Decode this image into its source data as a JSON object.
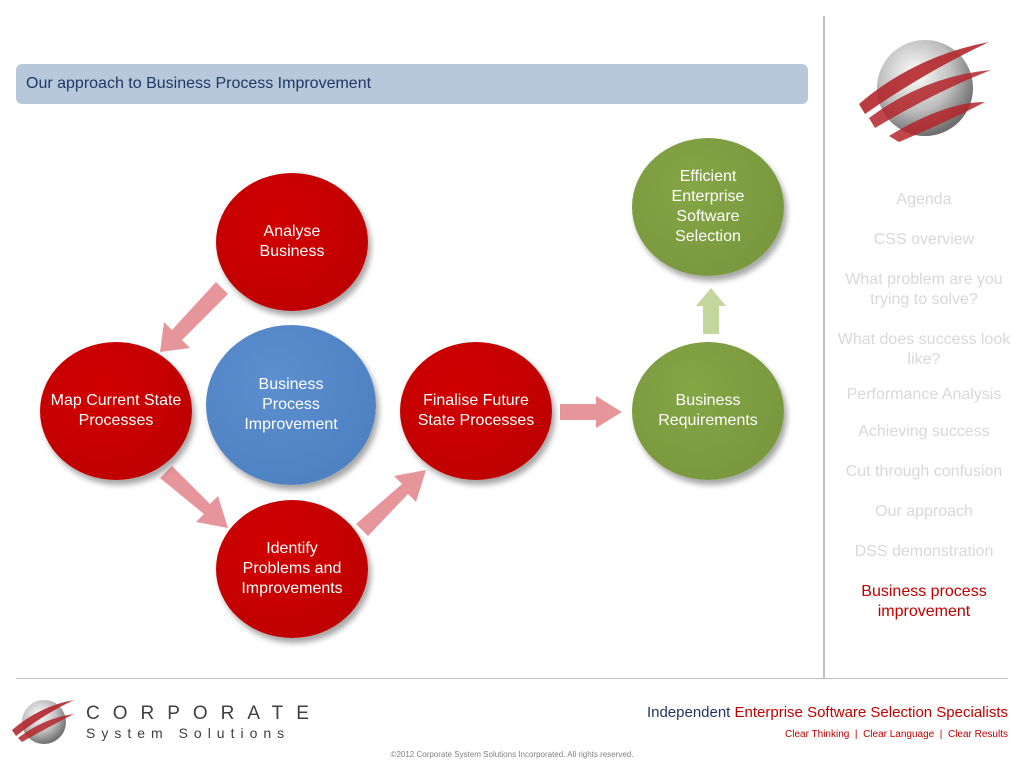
{
  "header": {
    "title": "Our approach to Business Process Improvement"
  },
  "diagram": {
    "center": "Business Process Improvement",
    "analyse": "Analyse Business",
    "map": "Map Current State Processes",
    "identify": "Identify Problems and Improvements",
    "finalise": "Finalise Future State Processes",
    "requirements": "Business Requirements",
    "efficient": "Efficient Enterprise Software Selection",
    "colors": {
      "red": "#c00000",
      "blue": "#4f81bd",
      "green": "#77933c",
      "arrow_red": "#e6959a",
      "arrow_green": "#c3d69b"
    }
  },
  "sidebar": {
    "items": [
      "Agenda",
      "CSS overview",
      "What problem are you trying to solve?",
      "What does success look like?",
      "Performance Analysis",
      "Achieving success",
      "Cut through confusion",
      "Our approach",
      "DSS demonstration",
      "Business process improvement"
    ],
    "active_index": 9
  },
  "footer": {
    "logo_line1": "CORPORATE",
    "logo_line2": "System Solutions",
    "tagline_prefix": "Independent",
    "tagline_rest": "Enterprise Software Selection Specialists",
    "sub1": "Clear Thinking",
    "sub2": "Clear Language",
    "sub3": "Clear Results",
    "separator": "|",
    "copyright": "©2012 Corporate System Solutions Incorporated. All rights reserved."
  }
}
